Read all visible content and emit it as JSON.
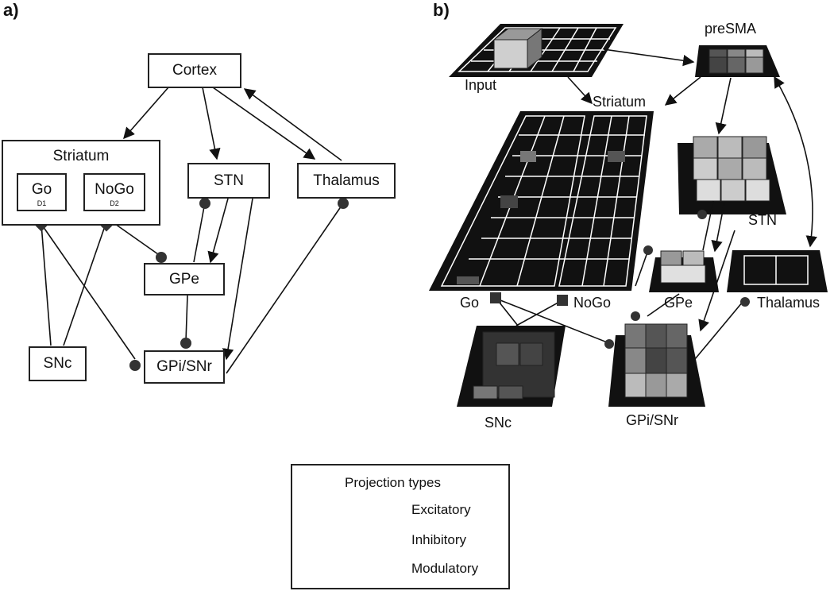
{
  "panel_a": {
    "label": "a)",
    "nodes": {
      "cortex": "Cortex",
      "striatum": "Striatum",
      "go": "Go",
      "go_sub": "D1",
      "nogo": "NoGo",
      "nogo_sub": "D2",
      "stn": "STN",
      "thalamus": "Thalamus",
      "gpe": "GPe",
      "snc": "SNc",
      "gpi": "GPi/SNr"
    }
  },
  "panel_b": {
    "label": "b)",
    "layers": {
      "input": "Input",
      "presma": "preSMA",
      "striatum": "Striatum",
      "stn": "STN",
      "go": "Go",
      "nogo": "NoGo",
      "gpe": "GPe",
      "thalamus": "Thalamus",
      "snc": "SNc",
      "gpi": "GPi/SNr"
    }
  },
  "legend": {
    "title": "Projection types",
    "excitatory": "Excitatory",
    "inhibitory": "Inhibitory",
    "modulatory": "Modulatory"
  }
}
